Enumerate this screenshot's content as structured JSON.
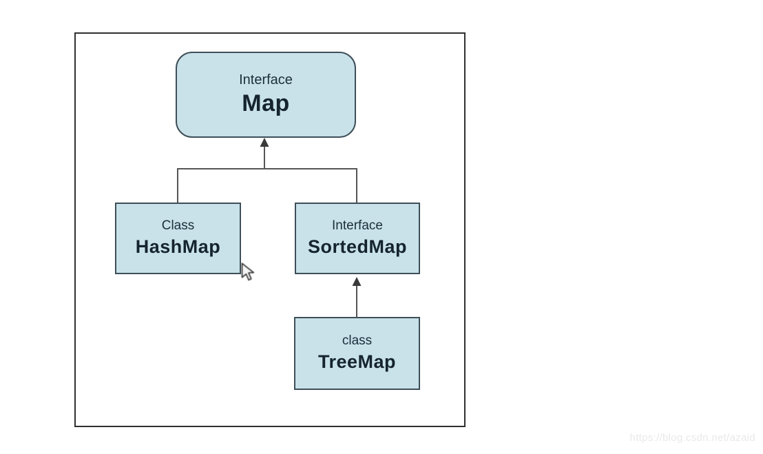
{
  "diagram": {
    "nodes": [
      {
        "stereotype": "Interface",
        "name": "Map",
        "shape": "rounded-rect"
      },
      {
        "stereotype": "Class",
        "name": "HashMap",
        "shape": "rect"
      },
      {
        "stereotype": "Interface",
        "name": "SortedMap",
        "shape": "rect"
      },
      {
        "stereotype": "class",
        "name": "TreeMap",
        "shape": "rect"
      }
    ],
    "edges": [
      {
        "from": "HashMap",
        "to": "Map",
        "style": "arrow-up"
      },
      {
        "from": "SortedMap",
        "to": "Map",
        "style": "arrow-up"
      },
      {
        "from": "TreeMap",
        "to": "SortedMap",
        "style": "arrow-up"
      }
    ],
    "colors": {
      "node_fill": "#c9e2ea",
      "node_border": "#3e4e57",
      "node_text": "#15242e",
      "connector": "#555555",
      "frame_border": "#2f2f2f",
      "background": "#ffffff"
    }
  },
  "watermark": {
    "text": "https://blog.csdn.net/azaid",
    "color": "#e9e9e9"
  }
}
